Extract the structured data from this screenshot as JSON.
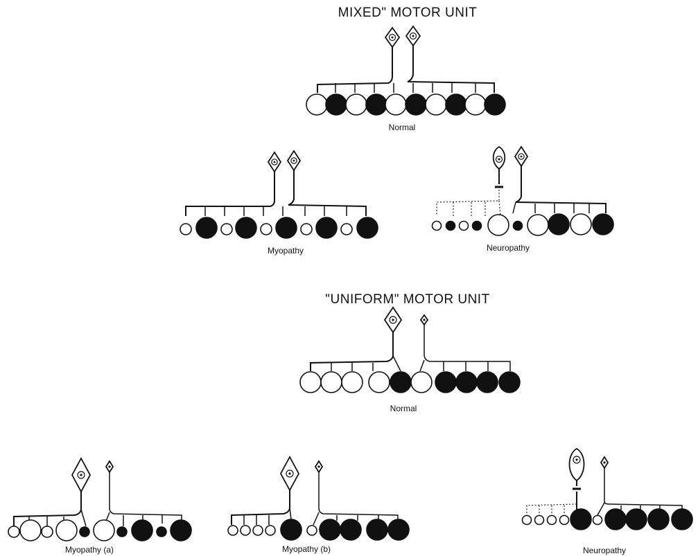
{
  "headings": {
    "mixed": "MIXED\" MOTOR UNIT",
    "uniform": "\"UNIFORM\" MOTOR UNIT"
  },
  "captions": {
    "mixed_normal": "Normal",
    "mixed_myopathy": "Myopathy",
    "mixed_neuropathy": "Neuropathy",
    "uniform_normal": "Normal",
    "uniform_myopathy_a": "Myopathy (a)",
    "uniform_myopathy_b": "Myopathy (b)",
    "uniform_neuropathy": "Neuropathy"
  },
  "colors": {
    "ink": "#111111",
    "paper": "#ffffff"
  }
}
